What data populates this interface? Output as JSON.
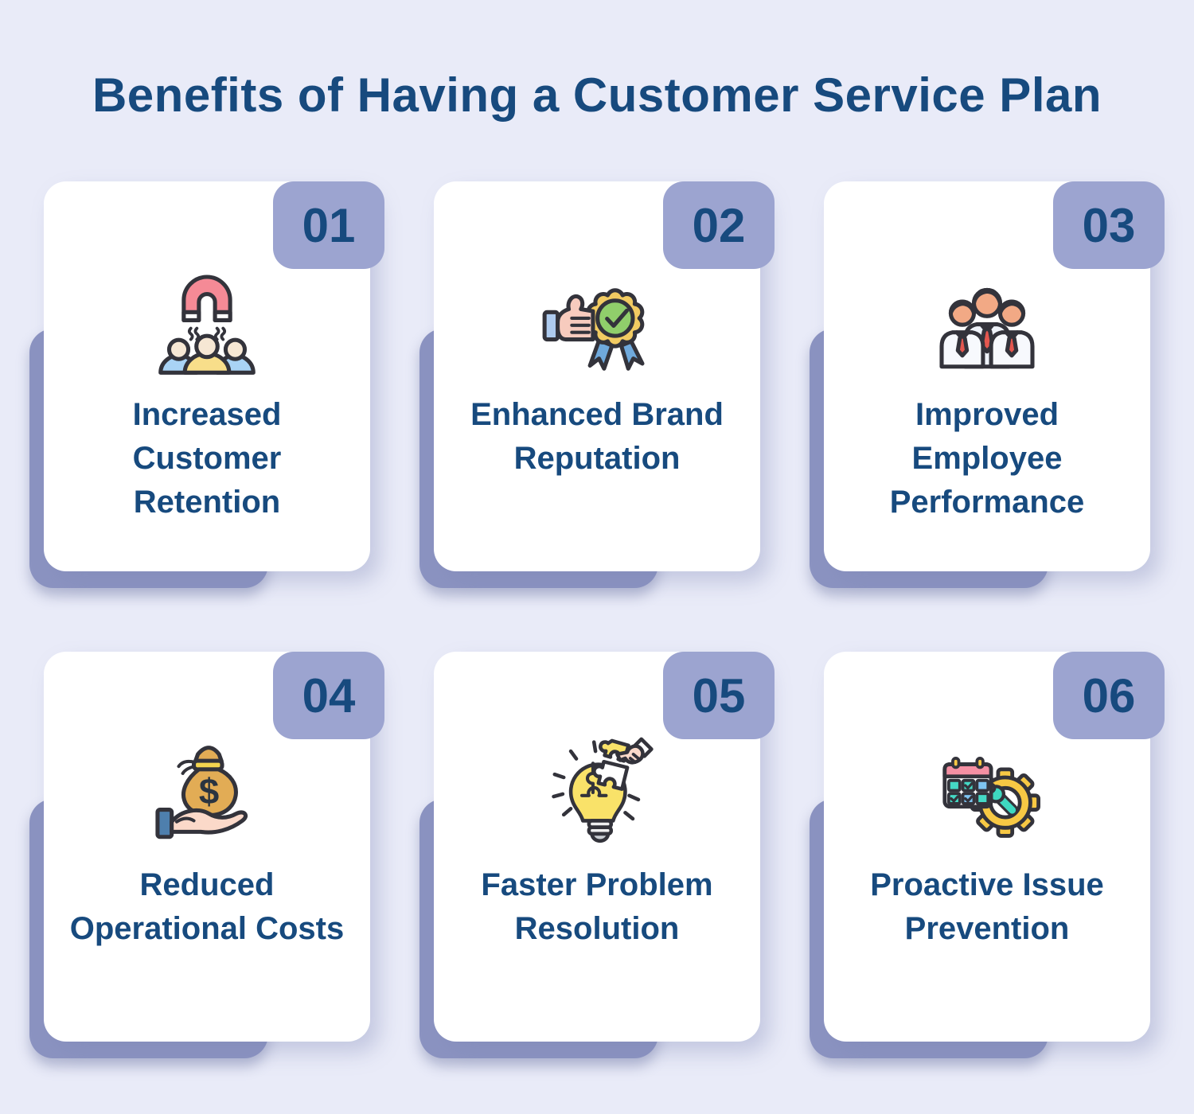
{
  "title": "Benefits of Having a Customer Service Plan",
  "colors": {
    "background": "#E9EBF8",
    "card": "#FFFFFF",
    "accent_shadow": "#8B93C1",
    "badge": "#9CA4D0",
    "navy_text": "#174A7E"
  },
  "cards": [
    {
      "number": "01",
      "label": "Increased\nCustomer\nRetention",
      "icon": "magnet-attracting-customers-icon"
    },
    {
      "number": "02",
      "label": "Enhanced Brand\nReputation",
      "icon": "thumbs-up-award-ribbon-icon"
    },
    {
      "number": "03",
      "label": "Improved\nEmployee\nPerformance",
      "icon": "employee-team-icon"
    },
    {
      "number": "04",
      "label": "Reduced\nOperational Costs",
      "icon": "hand-holding-money-bag-icon"
    },
    {
      "number": "05",
      "label": "Faster Problem\nResolution",
      "icon": "puzzle-lightbulb-hand-icon"
    },
    {
      "number": "06",
      "label": "Proactive Issue\nPrevention",
      "icon": "calendar-gear-wrench-icon"
    }
  ]
}
